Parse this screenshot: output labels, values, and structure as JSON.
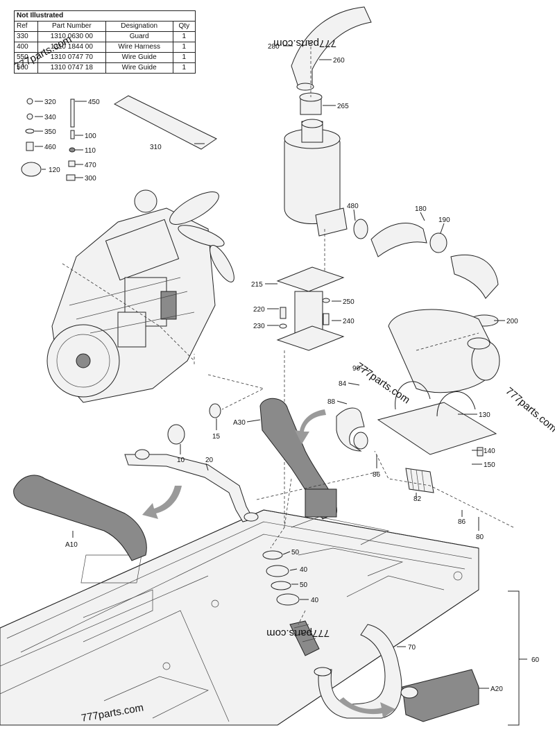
{
  "table": {
    "title": "Not Illustrated",
    "headers": [
      "Ref",
      "Part Number",
      "Designation",
      "Qty"
    ],
    "rows": [
      {
        "ref": "330",
        "part": "1310 0630 00",
        "designation": "Guard",
        "qty": "1"
      },
      {
        "ref": "400",
        "part": "1310 1844 00",
        "designation": "Wire Harness",
        "qty": "1"
      },
      {
        "ref": "550",
        "part": "1310 0747 70",
        "designation": "Wire Guide",
        "qty": "1"
      },
      {
        "ref": "560",
        "part": "1310 0747 18",
        "designation": "Wire Guide",
        "qty": "1"
      }
    ]
  },
  "watermark": "777parts.com",
  "callouts": {
    "c280": "280",
    "c260": "260",
    "c265": "265",
    "c320": "320",
    "c340": "340",
    "c350": "350",
    "c460": "460",
    "c120": "120",
    "c450": "450",
    "c100": "100",
    "c110": "110",
    "c470": "470",
    "c300": "300",
    "c310": "310",
    "c480": "480",
    "c180": "180",
    "c190": "190",
    "c215": "215",
    "c220": "220",
    "c250": "250",
    "c230": "230",
    "c240": "240",
    "c200": "200",
    "c90": "90",
    "c84": "84",
    "c88": "88",
    "c130": "130",
    "c140": "140",
    "c150": "150",
    "c86a": "86",
    "c86b": "86",
    "c82": "82",
    "c80": "80",
    "c15": "15",
    "cA30": "A30",
    "c10": "10",
    "c20": "20",
    "cA10": "A10",
    "c50a": "50",
    "c40a": "40",
    "c50b": "50",
    "c40b": "40",
    "c70": "70",
    "c60": "60",
    "cA20": "A20"
  }
}
